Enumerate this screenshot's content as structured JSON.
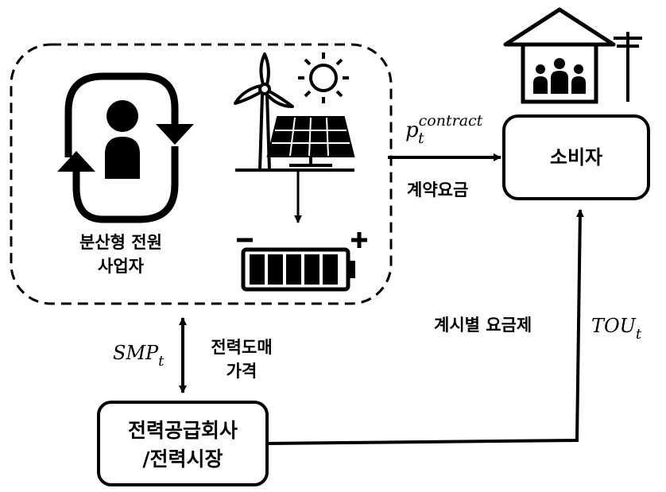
{
  "der_group": {
    "label_line1": "분산형 전원",
    "label_line2": "사업자"
  },
  "consumer": {
    "label": "소비자"
  },
  "supplier": {
    "label_line1": "전력공급회사",
    "label_line2": "/전력시장"
  },
  "edges": {
    "contract": {
      "symbol_base": "p",
      "symbol_sup": "contract",
      "symbol_sub": "t",
      "label": "계약요금"
    },
    "wholesale": {
      "symbol_base": "SMP",
      "symbol_sub": "t",
      "label_line1": "전력도매",
      "label_line2": "가격"
    },
    "tou": {
      "symbol_base": "TOU",
      "symbol_sub": "t",
      "label": "계시별 요금제"
    }
  },
  "icons": [
    "cycle-arrows-icon",
    "person-icon",
    "wind-turbine-icon",
    "sun-icon",
    "solar-panel-icon",
    "battery-icon",
    "house-icon",
    "family-icon",
    "utility-pole-icon"
  ],
  "colors": {
    "stroke": "#000000",
    "background": "#ffffff"
  }
}
